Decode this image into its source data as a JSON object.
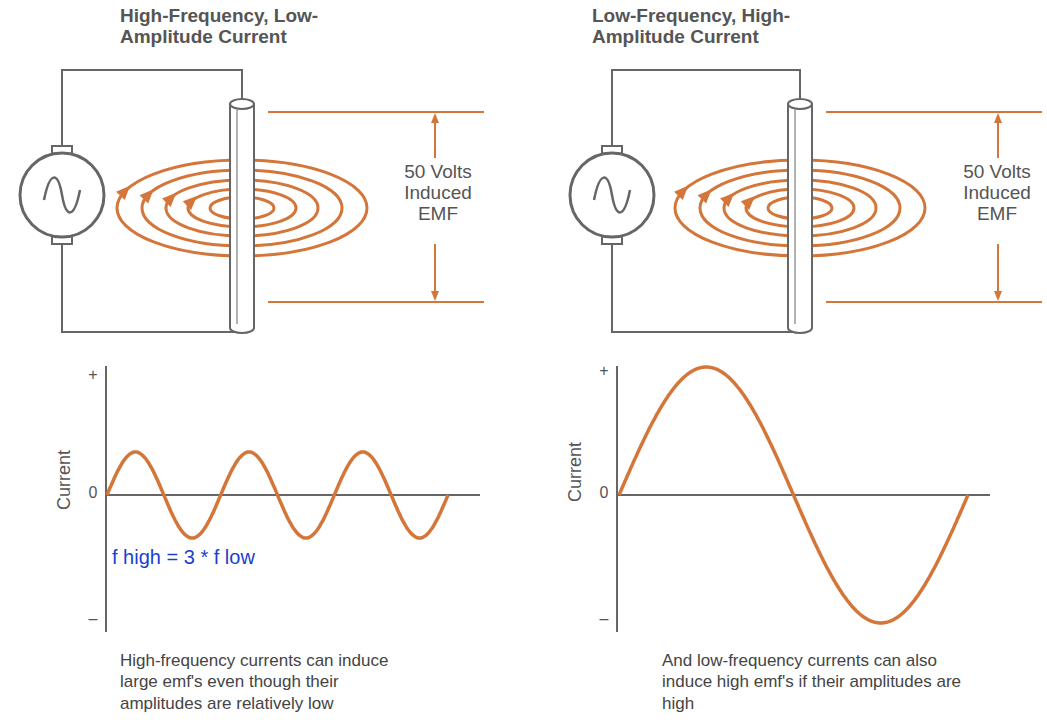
{
  "diagram": {
    "labels": [
      "High-Frequency, Low-Amplitude Current",
      "50 Volts Induced EMF",
      "+",
      "Current",
      "0",
      "–",
      "f high = 3 * f low",
      "High-frequency currents can induce large emf's even though their amplitudes are relatively low",
      "Low-Frequency, High-Amplitude Current",
      "50 Volts Induced EMF",
      "+",
      "Current",
      "0",
      "–",
      "And low-frequency currents can also induce high emf's if their amplitudes are high"
    ]
  }
}
